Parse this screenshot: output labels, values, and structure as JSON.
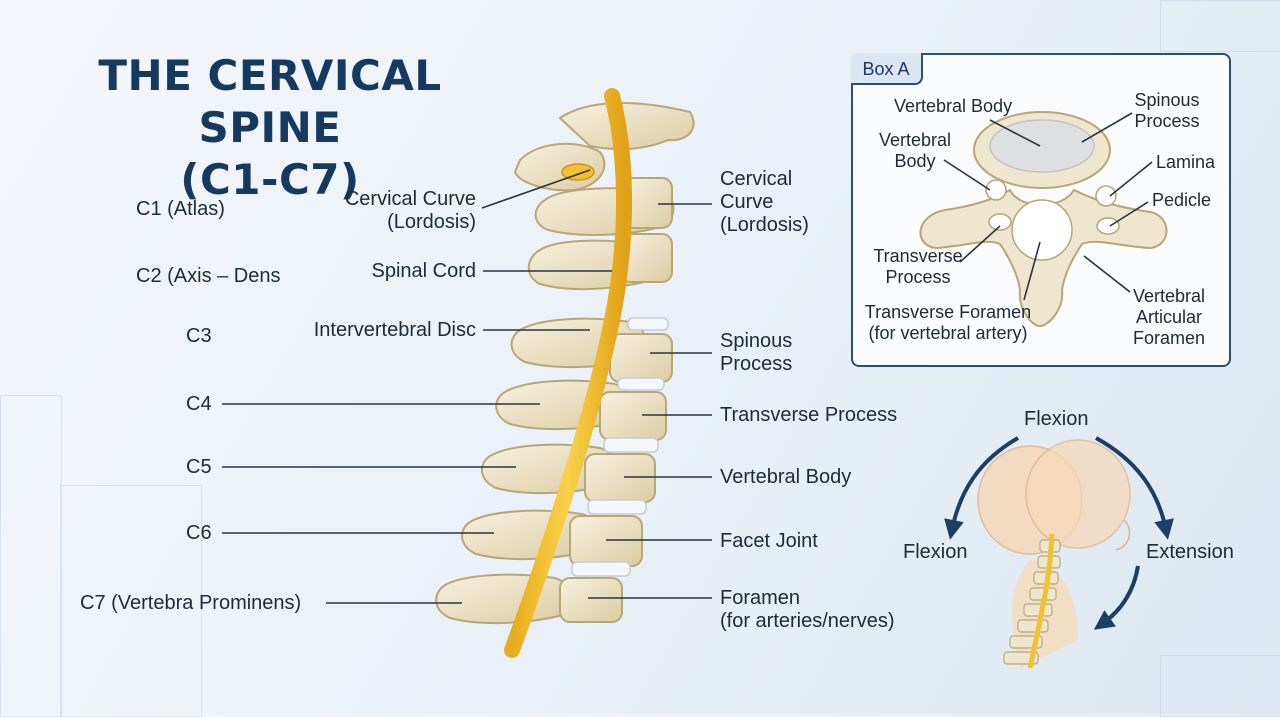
{
  "title": {
    "line1": "THE CERVICAL SPINE",
    "line2": "(C1-C7)"
  },
  "vertebra_labels": [
    {
      "id": "c1",
      "text": "C1 (Atlas)"
    },
    {
      "id": "c2",
      "text": "C2 (Axis – Dens"
    },
    {
      "id": "c3",
      "text": "C3"
    },
    {
      "id": "c4",
      "text": "C4"
    },
    {
      "id": "c5",
      "text": "C5"
    },
    {
      "id": "c6",
      "text": "C6"
    },
    {
      "id": "c7",
      "text": "C7 (Vertebra Prominens)"
    }
  ],
  "left_callouts": {
    "cervical_curve": {
      "line1": "Cervical Curve",
      "line2": "(Lordosis)"
    },
    "spinal_cord": "Spinal Cord",
    "intervertebral_disc": "Intervertebral Disc"
  },
  "right_callouts": {
    "cervical_curve": {
      "line1": "Cervical",
      "line2": "Curve",
      "line3": "(Lordosis)"
    },
    "spinous_process": {
      "line1": "Spinous",
      "line2": "Process"
    },
    "transverse_process": "Transverse Process",
    "vertebral_body": "Vertebral Body",
    "facet_joint": "Facet Joint",
    "foramen": {
      "line1": "Foramen",
      "line2": "(for arteries/nerves)"
    }
  },
  "box_a": {
    "tab": "Box A",
    "vertebral_body_top": "Vertebral Body",
    "vertebral_body_left": {
      "line1": "Vertebral",
      "line2": "Body"
    },
    "spinous_process": {
      "line1": "Spinous",
      "line2": "Process"
    },
    "lamina": "Lamina",
    "pedicle": "Pedicle",
    "transverse_process": {
      "line1": "Transverse",
      "line2": "Process"
    },
    "transverse_foramen": {
      "line1": "Transverse Foramen",
      "line2": "(for vertebral artery)"
    },
    "vertebral_articular_foramen": {
      "line1": "Vertebral",
      "line2": "Articular",
      "line3": "Foramen"
    }
  },
  "motion": {
    "top": "Flexion",
    "left": "Flexion",
    "right": "Extension"
  },
  "colors": {
    "title": "#163a5f",
    "bone": "#efe6cf",
    "bone_shade": "#d9cba6",
    "bone_outline": "#b8a678",
    "disc": "#f4f7fb",
    "cord": "#f2c131",
    "cord_outline": "#c9951a",
    "leader": "#2a3540",
    "head": "#f6d9b9",
    "arrow": "#1d3f66",
    "box_border": "#2b4f75"
  }
}
